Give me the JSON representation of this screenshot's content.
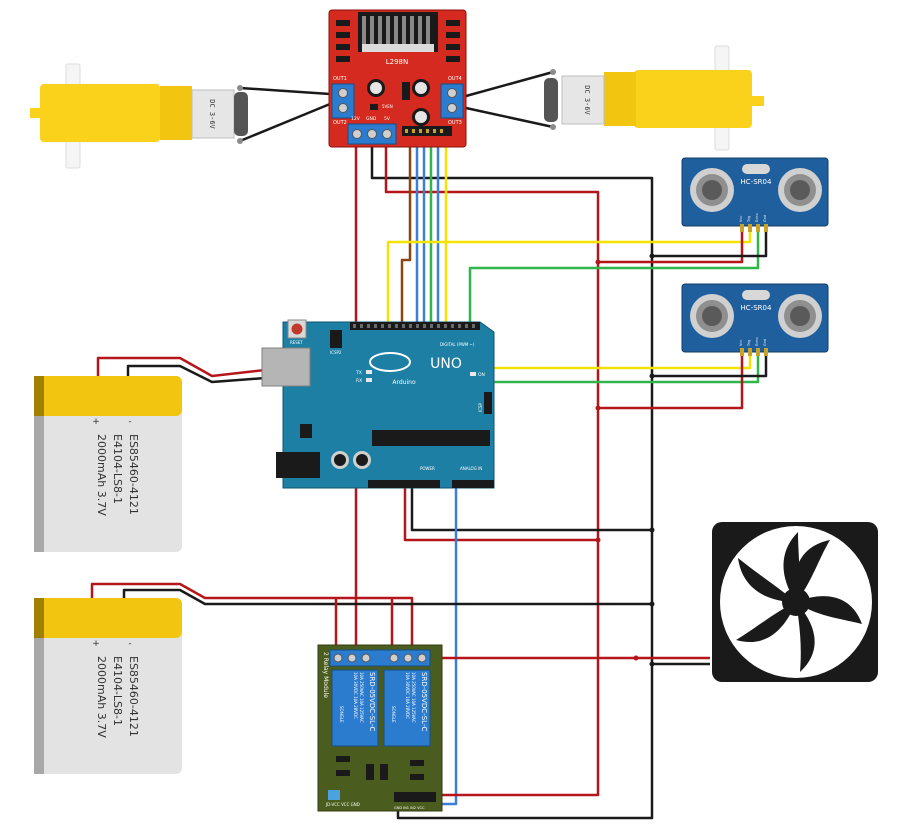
{
  "driver": {
    "title": "L298N",
    "out1": "OUT1",
    "out2": "OUT2",
    "out3": "OUT3",
    "out4": "OUT4",
    "v12": "12V",
    "gnd": "GND",
    "v5": "5V",
    "enable": "5VEN"
  },
  "motor_left": {
    "label": "DC 3-6V"
  },
  "motor_right": {
    "label": "DC 3-6V"
  },
  "sensor_top": {
    "label": "HC-SR04",
    "pins": [
      "Vcc",
      "Trig",
      "Echo",
      "Gnd"
    ]
  },
  "sensor_bottom": {
    "label": "HC-SR04",
    "pins": [
      "Vcc",
      "Trig",
      "Echo",
      "Gnd"
    ]
  },
  "arduino": {
    "reset": "RESET",
    "icsp2": "ICSP2",
    "logo": "UNO",
    "brand": "Arduino",
    "digital": "DIGITAL (PWM ~)",
    "power": "POWER",
    "analog": "ANALOG IN",
    "on": "ON",
    "tx": "TX",
    "rx": "RX",
    "icsp": "ICSP"
  },
  "battery_top": {
    "line1": "ES85460-4121",
    "line2": "E4104-LS8-1",
    "line3": "2000mAh 3.7V",
    "plus": "+",
    "minus": "-"
  },
  "battery_bottom": {
    "line1": "ES85460-4121",
    "line2": "E4104-LS8-1",
    "line3": "2000mAh 3.7V",
    "plus": "+",
    "minus": "-"
  },
  "relay": {
    "title": "2 Relay Module",
    "relay_label": "SRD-05VDC-SL-C",
    "spec1": "10A 250VAC  10A 125VAC",
    "spec2": "10A 30VDC  10A 28VDC",
    "type": "SONGLE",
    "pins": "JD-VCC VCC GND",
    "in_pins": "GND IN1 IN2 VCC"
  },
  "colors": {
    "wire_red": "#b5161b",
    "wire_black": "#1a1a1a",
    "wire_yellow": "#f4e200",
    "wire_green": "#2fb54a",
    "wire_blue": "#3b7fd9",
    "wire_brown": "#8b4513",
    "board_teal": "#1d7fa3",
    "driver_red": "#d42a1f",
    "relay_green": "#4b5d1e",
    "battery_yellow": "#f2c511",
    "motor_yellow": "#fbd21b"
  }
}
